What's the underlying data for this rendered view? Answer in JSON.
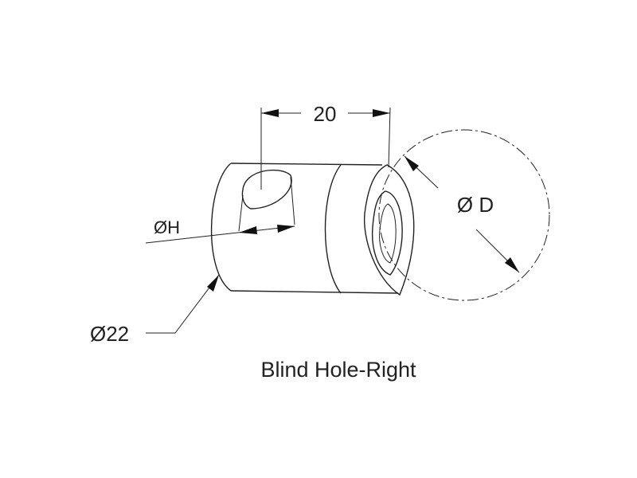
{
  "diagram": {
    "dimension_length": "20",
    "label_hole_diameter": "ØH",
    "label_sphere_diameter": "Ø D",
    "label_body_diameter": "Ø22",
    "caption": "Blind Hole-Right"
  }
}
